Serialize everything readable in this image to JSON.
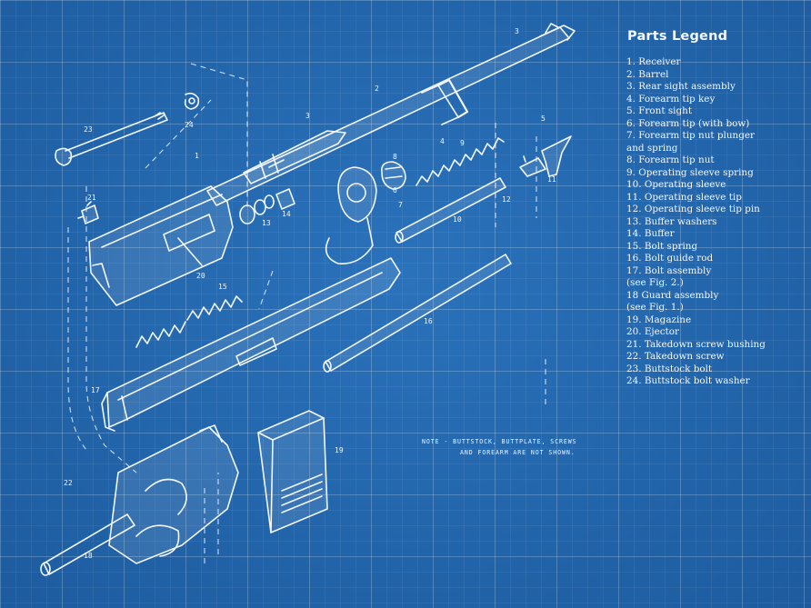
{
  "legend": {
    "title": "Parts Legend",
    "items": [
      "1.  Receiver",
      "2.  Barrel",
      "3.  Rear sight assembly",
      "4.  Forearm tip key",
      "5.  Front sight",
      "6.  Forearm tip (with bow)",
      "7.  Forearm tip nut plunger",
      "     and spring",
      "8.  Forearm tip nut",
      "9.  Operating sleeve spring",
      "10.  Operating sleeve",
      "11.  Operating sleeve tip",
      "12.  Operating sleeve tip pin",
      "13.  Buffer washers",
      "14.  Buffer",
      "15.  Bolt spring",
      "16.  Bolt guide rod",
      "17.  Bolt assembly",
      "       (see Fig. 2.)",
      "18  Guard assembly",
      "       (see Fig. 1.)",
      "19.  Magazine",
      "20.  Ejector",
      "21.  Takedown screw bushing",
      "22.  Takedown screw",
      "23.  Buttstock bolt",
      "24.  Buttstock bolt washer"
    ]
  },
  "note": {
    "line1": "NOTE - BUTTSTOCK, BUTTPLATE, SCREWS",
    "line2": "AND FOREARM ARE NOT SHOWN."
  },
  "callouts": {
    "c1": "1",
    "c2": "2",
    "c3": "3",
    "c3b": "3",
    "c4": "4",
    "c5": "5",
    "c6": "6",
    "c7": "7",
    "c8": "8",
    "c9": "9",
    "c10": "10",
    "c11": "11",
    "c12": "12",
    "c13": "13",
    "c14": "14",
    "c15": "15",
    "c16": "16",
    "c17": "17",
    "c18": "18",
    "c19": "19",
    "c20": "20",
    "c21": "21",
    "c22": "22",
    "c23": "23",
    "c24": "24"
  },
  "colors": {
    "background": "#2266ad",
    "line": "#f2f6ff",
    "grid": "rgba(255,255,255,0.16)"
  }
}
